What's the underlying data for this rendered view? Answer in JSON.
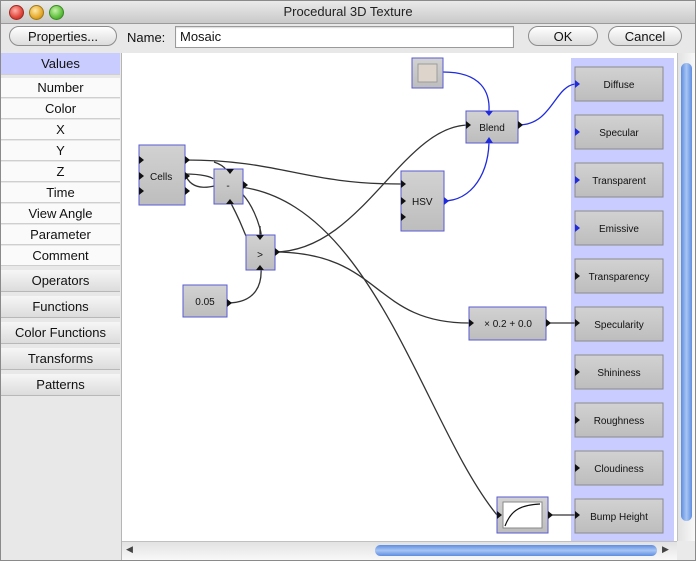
{
  "window": {
    "title": "Procedural 3D Texture"
  },
  "toolbar": {
    "properties_label": "Properties...",
    "name_label": "Name:",
    "name_value": "Mosaic",
    "ok_label": "OK",
    "cancel_label": "Cancel"
  },
  "sidebar": {
    "values_header": "Values",
    "items": [
      "Number",
      "Color",
      "X",
      "Y",
      "Z",
      "Time",
      "View Angle",
      "Parameter",
      "Comment"
    ],
    "categories": [
      "Operators",
      "Functions",
      "Color Functions",
      "Transforms",
      "Patterns"
    ]
  },
  "graph": {
    "nodes": {
      "cells": "Cells",
      "minus": "-",
      "greater": ">",
      "const": "0.05",
      "hsv": "HSV",
      "blend": "Blend",
      "linear": "× 0.2 + 0.0"
    },
    "outputs": [
      "Diffuse",
      "Specular",
      "Transparent",
      "Emissive",
      "Transparency",
      "Specularity",
      "Shininess",
      "Roughness",
      "Cloudiness",
      "Bump Height"
    ]
  },
  "colors": {
    "selection": "#c9ccff",
    "output_panel": "#c9ccff",
    "color_link": "#1f2bdc",
    "scroll_thumb": "#6f9be6",
    "swatch": "#ddd4cc"
  }
}
